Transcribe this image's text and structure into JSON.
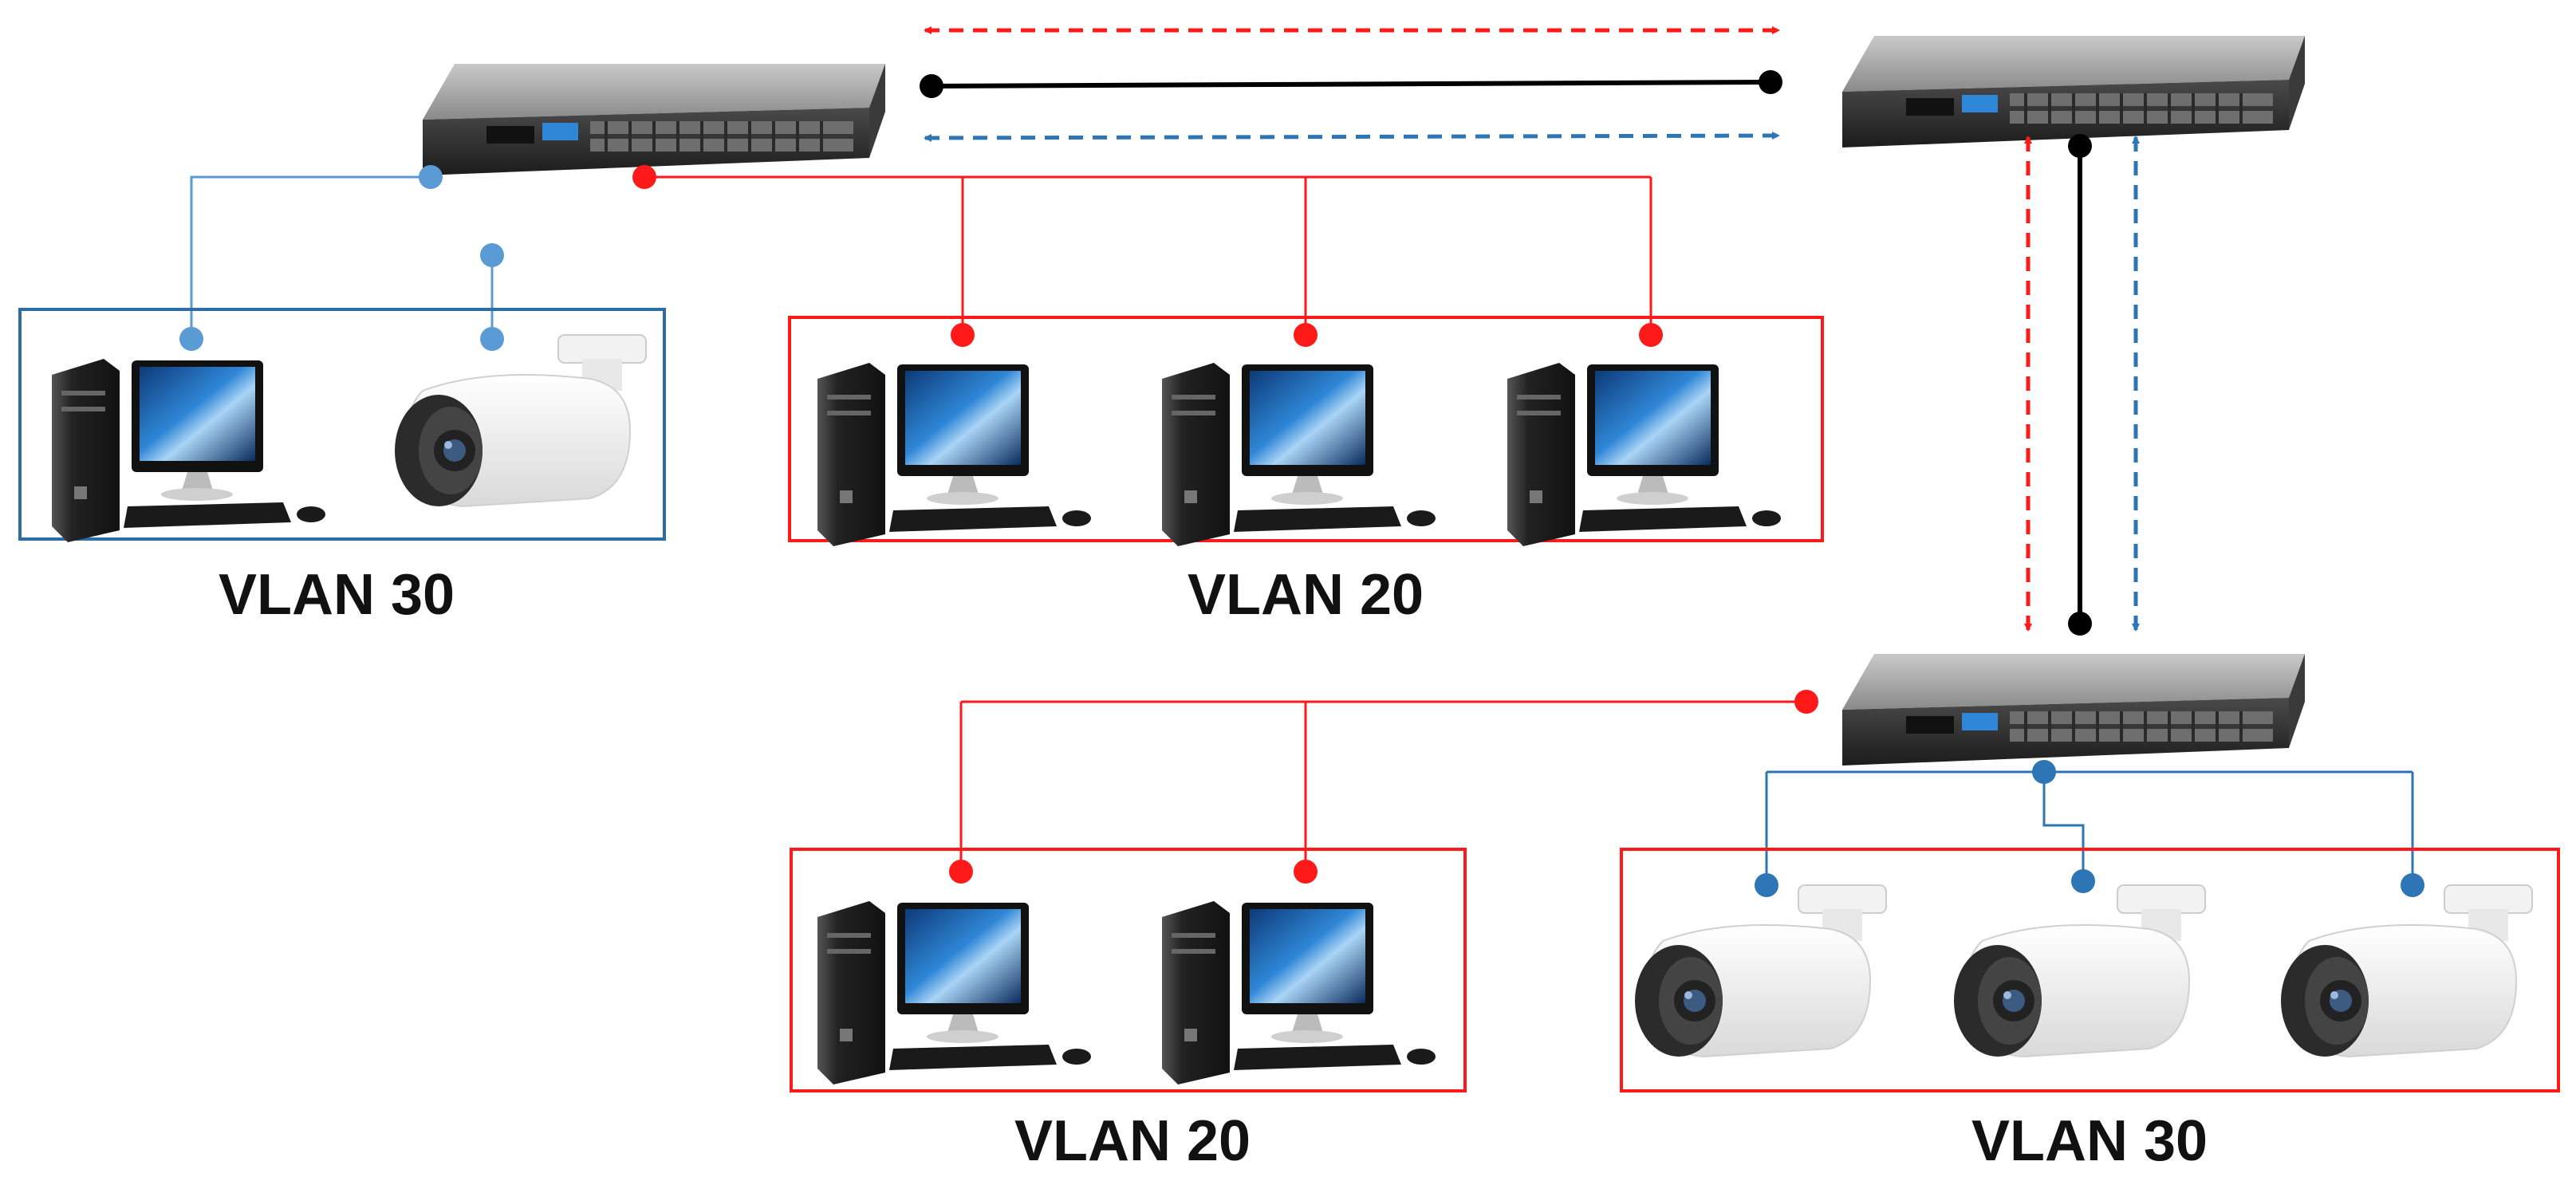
{
  "colors": {
    "vlan20": "#ff1a1a",
    "vlan30": "#5b9bd5",
    "vlan30_dark": "#2e75b6",
    "trunk": "#000000",
    "group_box_vlan30": "#2e6da4",
    "group_box_vlan20": "#ff1a1a"
  },
  "labels": {
    "top_left_vlan": "VLAN 30",
    "top_middle_vlan": "VLAN 20",
    "bottom_left_vlan": "VLAN 20",
    "bottom_right_vlan": "VLAN 30"
  },
  "devices": {
    "switches": [
      "switch-top-left",
      "switch-top-right",
      "switch-bottom-right"
    ],
    "groups": [
      {
        "vlan": "VLAN 30",
        "members": [
          "desktop-computer",
          "ip-camera"
        ]
      },
      {
        "vlan": "VLAN 20",
        "members": [
          "desktop-computer",
          "desktop-computer",
          "desktop-computer"
        ]
      },
      {
        "vlan": "VLAN 20",
        "members": [
          "desktop-computer",
          "desktop-computer"
        ]
      },
      {
        "vlan": "VLAN 30",
        "members": [
          "ip-camera",
          "ip-camera",
          "ip-camera"
        ]
      }
    ]
  },
  "links": {
    "trunk_horizontal": {
      "from": "switch-top-left",
      "to": "switch-top-right",
      "carries": [
        "VLAN 20",
        "trunk",
        "VLAN 30"
      ]
    },
    "trunk_vertical": {
      "from": "switch-top-right",
      "to": "switch-bottom-right",
      "carries": [
        "VLAN 20",
        "trunk",
        "VLAN 30"
      ]
    }
  }
}
